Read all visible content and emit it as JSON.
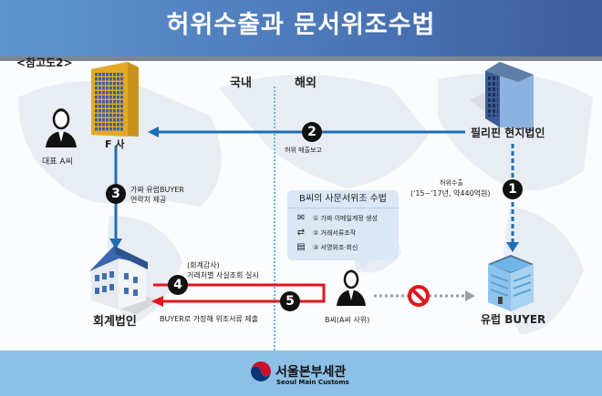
{
  "title": "허위수출과 문서위조수법",
  "figure_label": "<참고도2>",
  "regions": {
    "domestic": "국내",
    "overseas": "해외"
  },
  "nodes": {
    "f_company": "F 사",
    "ceo": "대표 A씨",
    "philippines": "필리핀 현지법인",
    "europe_buyer": "유럽 BUYER",
    "accounting": "회계법인",
    "person_b": "B씨(A씨 사위)"
  },
  "steps": [
    {
      "num": "1",
      "lines": [
        "허위수출",
        "('15~'17년, 약440억원)"
      ]
    },
    {
      "num": "2",
      "lines": [
        "허위 매출보고"
      ]
    },
    {
      "num": "3",
      "lines": [
        "가짜 유럽BUYER",
        "연락처 제공"
      ]
    },
    {
      "num": "4",
      "lines": [
        "(회계감사)",
        "거래처별 사실조회 실시"
      ]
    },
    {
      "num": "5",
      "lines": [
        "BUYER로 가장해 위조서류 제출"
      ]
    }
  ],
  "method_box": {
    "title": "B씨의 사문서위조 수법",
    "items": [
      "① 가짜 이메일계정 생성",
      "② 거래서류조작",
      "③ 서명위조·회신"
    ]
  },
  "footer": {
    "org_ko": "서울본부세관",
    "org_en": "Seoul Main Customs"
  },
  "colors": {
    "blue": "#1f6db5",
    "red": "#e0161b",
    "header": "#4a75b5"
  }
}
